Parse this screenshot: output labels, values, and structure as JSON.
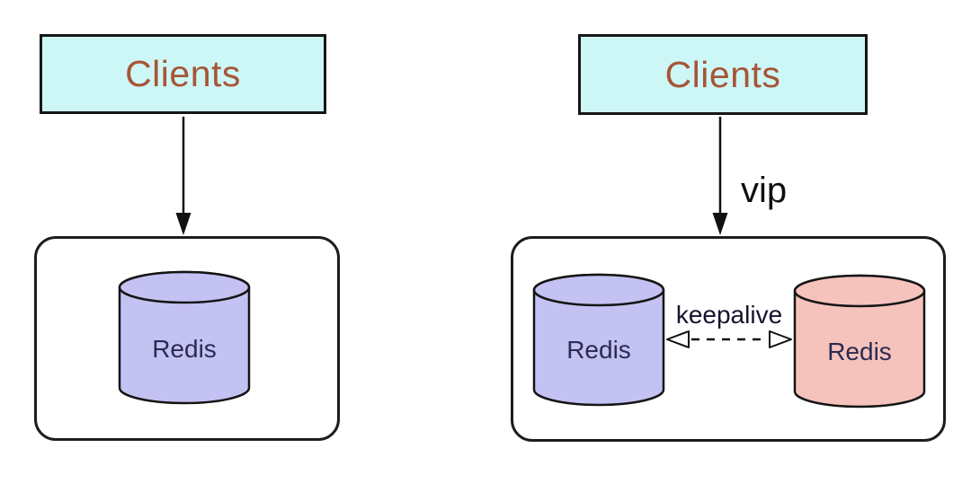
{
  "colors": {
    "clients_box_fill": "#cdf7f6",
    "clients_text": "#a65536",
    "node_purple": "#c4c2f2",
    "node_pink": "#f5c2bc",
    "outline": "#161616",
    "redis_text": "#2b2b52",
    "arrow": "#111111"
  },
  "left_diagram": {
    "clients_label": "Clients",
    "redis_label": "Redis"
  },
  "right_diagram": {
    "clients_label": "Clients",
    "vip_label": "vip",
    "keepalive_label": "keepalive",
    "redis_primary_label": "Redis",
    "redis_backup_label": "Redis"
  }
}
